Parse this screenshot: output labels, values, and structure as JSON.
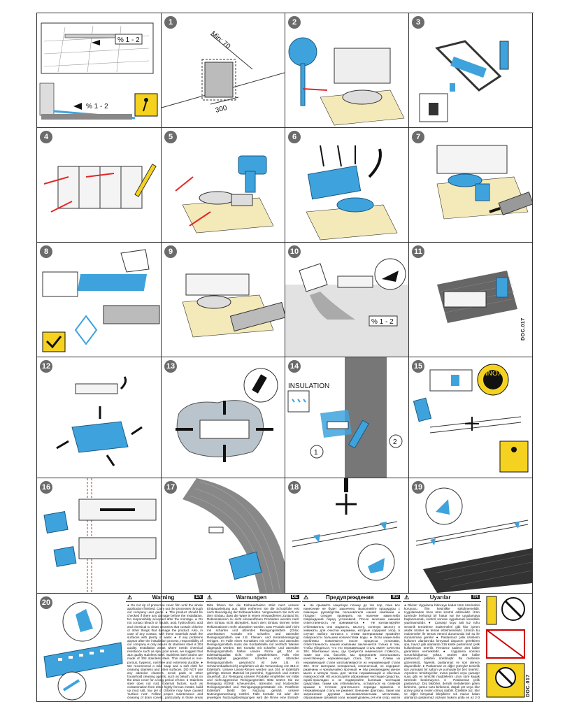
{
  "doc_code": "DOC.017",
  "doc_code_2": "DOC.017",
  "step_numbers": [
    "1",
    "2",
    "3",
    "4",
    "5",
    "6",
    "7",
    "8",
    "9",
    "10",
    "11",
    "12",
    "13",
    "14",
    "15",
    "16",
    "17",
    "18",
    "19",
    "20"
  ],
  "slope_label_top": "% 1 - 2",
  "slope_label_bottom": "% 1 - 2",
  "slope_label_step10": "% 1 - 2",
  "dim_min": "Min: 70",
  "dim_300": "300",
  "insulation_label": "INSULATION",
  "inox_label": "INOX",
  "callout_1": "1",
  "callout_2": "2",
  "warnings": [
    {
      "title": "Warning",
      "lang": "EN",
      "text": "● Do not rip of protective cover film until the whole application finished. Carry out the processes through our company user guide. ● The product should be checked if there any damage before the installation. No responsibility accepted after the montage. ● Do not contact bleach or liquids, acid, hydrochloric acid and chemical to clean ceramics that contain chlorine or other things that damage the product. Also, in case of any contact, with these materials wash the surfaces with plenty of water. ● If any problems appear after the installation process, responsibility of our company is only assure its stainless steel is 304 quality. Installation areas where needs chemical resistance such as spa, pool areas, we suggest that 316 quality stainless steel. Stainless steel drains are made of 304 stainless steel. This material is non-porous, hygienic, rust-free and extremely durable. ● We recommend a mild soap and a soft cloth for cleaning stainless and other surfaces. DO NOT use any abrasive cleaners, scrub pads or other household cleaning agents, such as bleach, to sit on the drain cover for a long period of time. ● Stainless steel does not rust. External factors, such as contamination from other highly ferrous metals, build up mud salt, low pH or chlorine may have caused 'surface rust'. Follow proper maintenance and cleaning of drain covers, particularly in those areas of frequent exposure to salt, chlorine, and other chemical compounds, maintenance of the stainless surface should be performed at least 2-3 times per year."
    },
    {
      "title": "Warnungen",
      "lang": "DE",
      "text": "Bitte führen Sie die Einbauarbeiten strikt nach unserer Einbauanleitung aus. Bitte entfernen Sie die Schutzfolie erst nach Beendigung der Einbauarbeiten. Vergewissern Sie sich vor dem Einbau, dass die Ware in einem einwandfreien Zustand ist. Reklamationen zu nicht einwandfreien Produkten werden nach dem Einbau nicht akzeptiert. Nach dem Einbau können keine Reklamationen mehr akzeptiert werden. Das Produkt darf nicht mit scharfen und ätzenden Reinigungsmitteln (Chlor, Javelwasser, Kontakt mit scharfen und ätzenden Reinigungsmitteln wie z.B. Fliesen- und Keramikreinigung) reinigen. Im Falle eines Kontaktes mit scharfen und ätzenden Reinigungsmitteln muss die Kontaktstelle mit reichlich Wasser abgespült werden. Bei Kontakt mit scharfen und ätzenden Reinigungsmitteln haften unsere Firma gilt, 304 er Edelstahlqualität nicht mehr gewährleisten. Falls eine Beständigkeit gegenüber scharfen und ätzenden Reinigungsmitteln gewünscht ist (wie z.B. im Schwimmbadbereich) empfehlen wir die Verwendung von 316 er Edelstahl. Unsere Linear-Rinnen werden aus 304 er Edelstahl gefertigt. Dieses Material ist porenfrei, hygienisch und extrem dauerhaft. Zur Reinigung unserer Produkte empfehlen wir milde und nicht-aggressive Reinigungsmittel. Bitte setzen Sie zur Reinigung KEINE scheuernden, ätzenden und kratzenden Reinigungsmittel und Reinigungsgegenstände ein. Rostfreier Edelstahl bleibt bei Nutzung gemäß unserer Nutzungsanweisung rostfrei. Falls Kontakt mit oder den jeweiligen Nutzungsbedingungen wird die Rinne eine Einsatz-Bedingungen einsetzen. Oberflächenrost wird nicht durch Rinnenmaterial selbst verursacht sondern durch äußere Einflüsse wie z.B. durch Säuren, Streusalz, verschmutztes Wasser bzw. schmutzige Stellen. Bei Beständigkeit gegenüber Flugrost- und Chlorhaltiges Wasser NICHT mit dem Produkt in Kontakt gebracht werden. Der Kontakt mit dieser Materialien dem Material kann zu Verfärbung führen. Wenn das Produkt trotz dem mit diesen Mitteln in Kontakt kommen sollte, sollte mindestens 2-3 mal im Jahr eine Grundreinigung durchgeführt werden."
    },
    {
      "title": "Предупреждения",
      "lang": "RU",
      "text": "● Не срывайте защитную пленку до тех пор, пока все нанесение не будет закончено. Выполняйте процедуры с помощью руководства пользователя нашей компании. ● Продукт следует проверить на наличие каких-либо повреждений перед установкой. После монтажа никакая ответственность не принимается. ● Не контактируйте отбеливатель или жидкость, кислоту, соляную кислоту и химикаты для очистки керамики, которые содержат хлор, в случае любого контакта с этими материалами промойте поверхности большим количеством воды. ● Если какие-либо проблемы появляются после процесса установки, ответственность нашей компании заключается только в том, чтобы убедиться, что его нержавеющая сталь имеет качество 304. Монтажные зоны, где требуется химическая стойкость, такие как спа, бассейн, мы предлагаем использовать качественную нержавеющую сталь 316. ● Сливы из нержавеющей стали изготавливаются из нержавеющей стали 304. Этот материал непористый, гигиеничный, не содержит ржавчины и чрезвычайно прочный. ● Мы рекомендуем умное мыло и мягкую ткань для чистки нержавеющей и обычных поверхностей. НЕ используйте абразивные чистящие средства, скраб-прокладки и не подвергайте бытовым чистящим средствам, таким как отбеливатель, оставаться на сливной крышке в течение длительного периода времени. ● Нержавеющая сталь не ржавеет. Внешние факторы, такие как загрязнение другими высокожелезистыми металлами, образование грязевой соли, низкий уровень pH или хлор, могли вызвать «поверхностную ржавчину». Следуйте надлежащему техническому обслуживанию и очистке крышек сливов, особенно в тех областях частого воздействия соли, хлора и других химических соединений, уход за нержавеющей поверхностью следует проводить не реже 2-3 раз в год."
    },
    {
      "title": "Uyarılar",
      "lang": "TR",
      "text": "● Dikkat: Uygulama bitinceye kadar ürün üzerindeki koruyucu film kesinlikle sökülmemelidir. Uygulamadan önce ürün kontrol edilmelidir. Ürün üzerinde herhangi bir hasar var ise uygulamaya başlanmamalı, kontrol sonrası uygulaması kesinlikle yapılmamalıdır. ● Çamaşır suyu asit tuz ruhu seramik temizleme malzemeleri gibi klor içeren asidik ürünler ile temas ettirilmemelidir. Ürünün bu malzemeler ile temas etmesi durumunda bol su ile durulanması gerekir. ● Paslanmaz çelik ürünlerin kullanım alanlarında kimyasal dayanım gerektiren spa, havuz gibi alanlarda 316 kalite paslanmaz çelik kullanılması önerilir. Firmamız sadece 304 kalite garantisini vermektedir. ● Uygulama sonrası sorumluluğumuz yoktur, ürünler 304 kalite paslanmaz çelikten üretilmiştir. Bu malzeme gözeneksiz, hijyenik, paslanmaz ve son derece dayanıklıdır. ● Paslanmaz ve diğer yüzeyler temizlik için yumuşak bir sabun ve yumuşak bir bez öneririz. Aşındırıcı temizleyiciler, ovma pedleri veya çamaşır suyu gibi ev temizlik maddelerini uzun süre kapak üzerinde bırakmayınız. ● Paslanmaz çelik paslanmaz. Dış faktörler, demirli metallerden gelen kirlenme, çamur tuzu birikmesi, düşük pH veya klor yüzey pasına neden olmuş olabilir. Özellikle tuz, klor ve diğer kimyasal bileşiklere sık maruz kalan alanlarda paslanmaz yüzeyin bakımı yılda en az 2-3 defa yapılmalıdır."
    }
  ],
  "colors": {
    "accent_blue": "#3ea3dc",
    "warning_yellow": "#f5d21f",
    "number_grey": "#6b6b6b"
  }
}
